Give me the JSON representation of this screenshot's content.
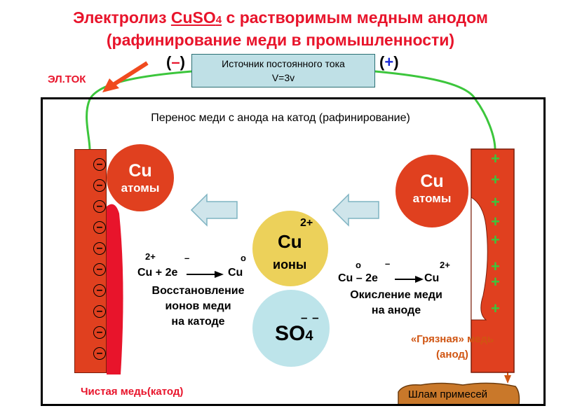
{
  "title": {
    "line1_prefix": "Электролиз ",
    "line1_formula_main": "CuSO",
    "line1_formula_sub": "4",
    "line1_suffix": " с растворимым медным анодом",
    "line2": "(рафинирование меди в промышленности)"
  },
  "polarity": {
    "minus_open": "(",
    "minus": "–",
    "minus_close": ")",
    "plus_open": "(",
    "plus": "+",
    "plus_close": ")"
  },
  "source": {
    "line1": "Источник постоянного тока",
    "line2": "V=3v"
  },
  "current_label": "ЭЛ.ТОК",
  "transfer_label": "Перенос меди с анода на катод (рафинирование)",
  "cathode_atoms": {
    "symbol": "Cu",
    "word": "атомы"
  },
  "anode_atoms": {
    "symbol": "Cu",
    "word": "атомы"
  },
  "ions": {
    "symbol": "Cu",
    "charge": "2+",
    "word": "ионы"
  },
  "sulfate": {
    "symbol": "SO",
    "subscript": "4",
    "charge": "– –"
  },
  "cathode_reaction": {
    "ion_charge": "2+",
    "electron_charge": "–",
    "product_state": "o",
    "left": "Cu + 2e",
    "right": "Cu",
    "desc1": "Восстановление",
    "desc2": "ионов меди",
    "desc3": "на катоде"
  },
  "anode_reaction": {
    "reactant_state": "o",
    "electron_charge": "–",
    "product_charge": "2+",
    "left": "Cu – 2e",
    "right": "Cu",
    "desc1": "Окисление меди",
    "desc2": "на аноде"
  },
  "cathode_label": "Чистая медь(катод)",
  "anode_label": {
    "line1": "«Грязная» медь",
    "line2": "(анод)"
  },
  "sludge_label": "Шлам примесей",
  "cathode_signs": [
    "–",
    "–",
    "–",
    "–",
    "–",
    "–",
    "–",
    "–",
    "–",
    "–"
  ],
  "anode_signs": [
    "+",
    "+",
    "+",
    "+",
    "+",
    "+",
    "+",
    "+"
  ],
  "colors": {
    "title_red": "#e8142b",
    "wire_green": "#3cc63c",
    "electrode_red": "#e0401f",
    "deposit_red": "#e8142b",
    "ion_yellow": "#ecd15a",
    "sulfate_blue": "#bde4ea",
    "arrow_fill": "#cfe5eb",
    "current_arrow": "#f04a1e",
    "sludge_brown": "#c9782a"
  }
}
